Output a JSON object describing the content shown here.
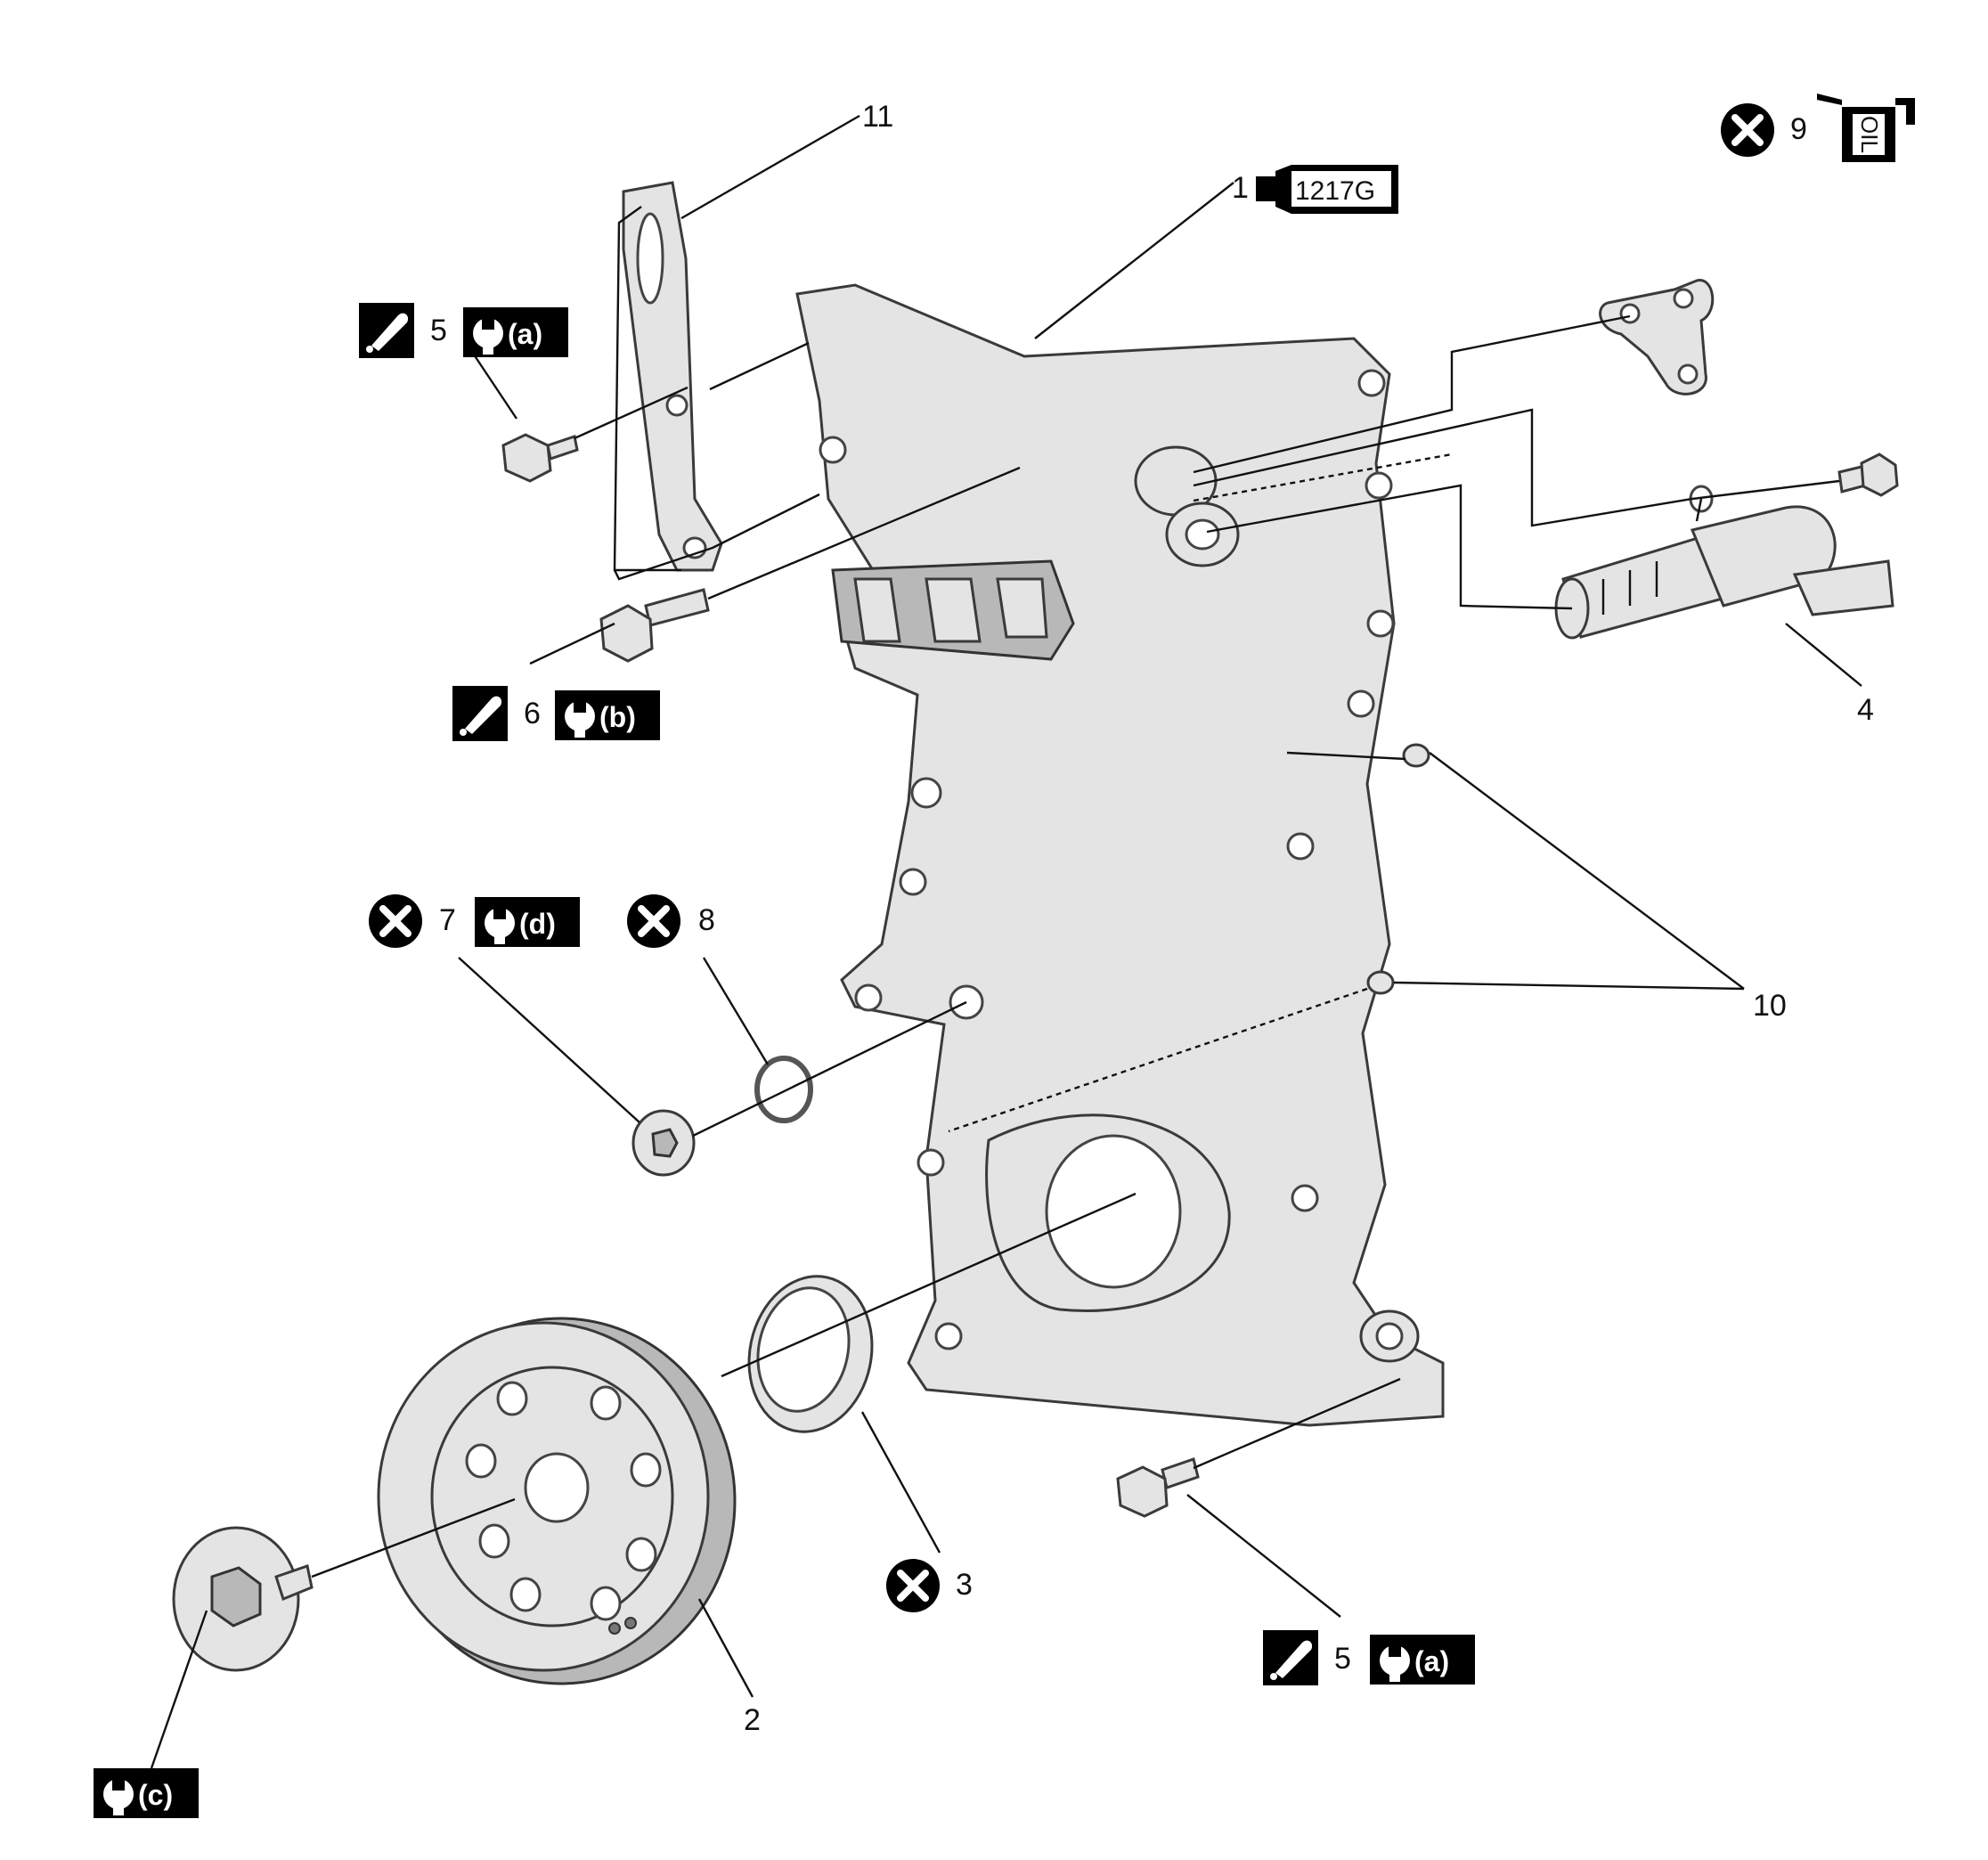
{
  "callouts": {
    "c1": "1",
    "c2": "2",
    "c3": "3",
    "c4": "4",
    "c5_top": "5",
    "c5_bottom": "5",
    "c6": "6",
    "c7": "7",
    "c8": "8",
    "c9": "9",
    "c10": "10",
    "c11": "11"
  },
  "torque_labels": {
    "a_top": "(a)",
    "a_bottom": "(a)",
    "b": "(b)",
    "c": "(c)",
    "d": "(d)"
  },
  "sealant_code": "1217G",
  "oil_label": "OIL"
}
